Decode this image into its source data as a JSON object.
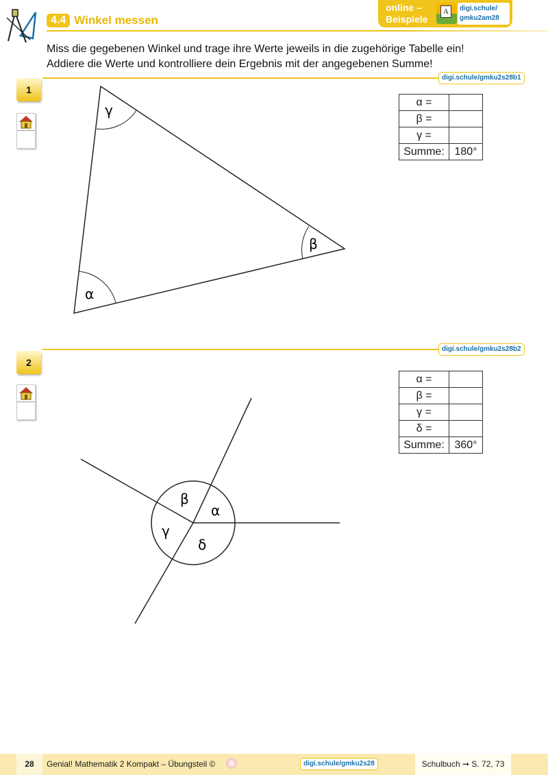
{
  "header": {
    "section_number": "4.4",
    "section_title": "Winkel messen",
    "online_label_line1": "online –",
    "online_label_line2": "Beispiele",
    "online_link_line1": "digi.schule/",
    "online_link_line2": "gmku2am28",
    "app_icon_letter": "A"
  },
  "instructions": {
    "line1": "Miss die gegebenen Winkel und trage ihre Werte jeweils in die zugehörige Tabelle ein!",
    "line2": "Addiere die Werte und kontrolliere dein Ergebnis mit der angegebenen Summe!"
  },
  "tasks": [
    {
      "number": "1",
      "link": "digi.schule/gmku2s28b1",
      "figure_labels": {
        "alpha": "α",
        "beta": "β",
        "gamma": "γ"
      },
      "table": [
        {
          "label": "α =",
          "value": ""
        },
        {
          "label": "β =",
          "value": ""
        },
        {
          "label": "γ =",
          "value": ""
        },
        {
          "label": "Summe:",
          "value": "180°"
        }
      ]
    },
    {
      "number": "2",
      "link": "digi.schule/gmku2s28b2",
      "figure_labels": {
        "alpha": "α",
        "beta": "β",
        "gamma": "γ",
        "delta": "δ"
      },
      "table": [
        {
          "label": "α =",
          "value": ""
        },
        {
          "label": "β =",
          "value": ""
        },
        {
          "label": "γ =",
          "value": ""
        },
        {
          "label": "δ =",
          "value": ""
        },
        {
          "label": "Summe:",
          "value": "360°"
        }
      ]
    }
  ],
  "footer": {
    "page_number": "28",
    "book_title": "Genial! Mathematik 2 Kompakt – Übungsteil ©",
    "link": "digi.schule/gmku2s28",
    "reference": "Schulbuch ➞ S. 72, 73"
  },
  "colors": {
    "accent_yellow": "#f0c419",
    "link_blue": "#1a6fa8"
  }
}
